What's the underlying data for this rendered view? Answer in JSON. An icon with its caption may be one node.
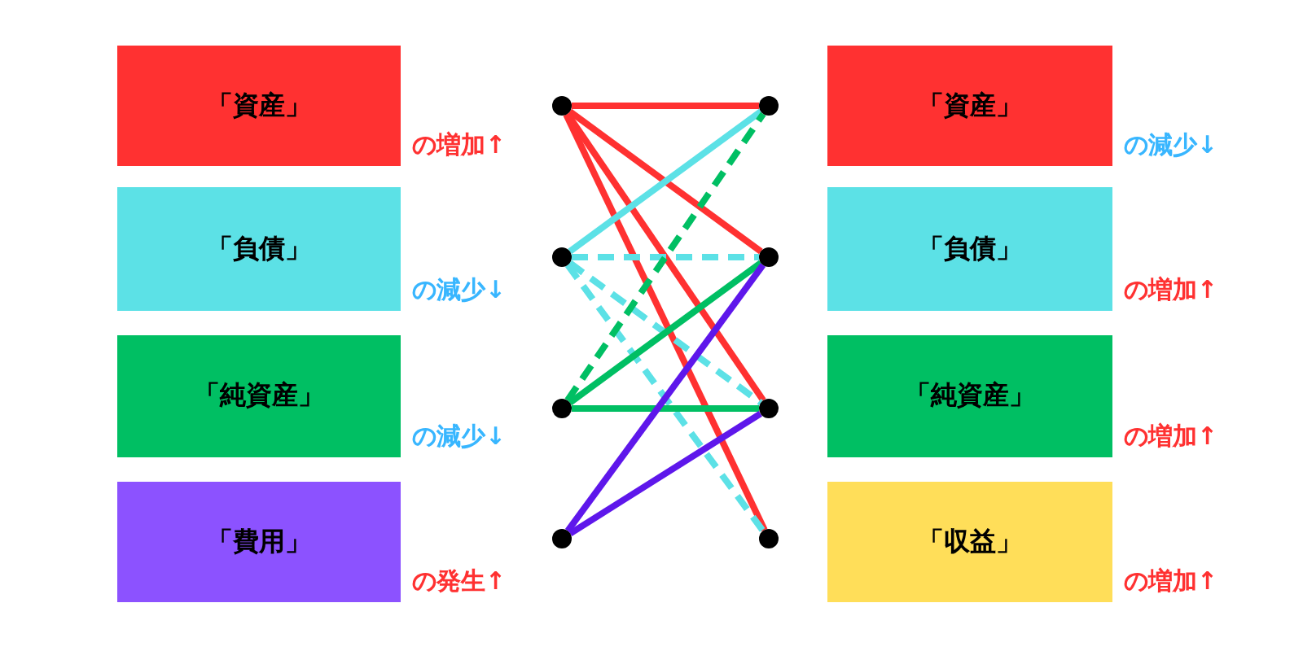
{
  "diagram": {
    "nodes": [
      {
        "text": [
          "「資産」"
        ],
        "beside": [
          "の増加↑"
        ]
      },
      {
        "text": [
          "「負債」"
        ],
        "beside": [
          "の減少↓"
        ]
      },
      {
        "text": [
          "「純資産」"
        ],
        "beside": [
          "の減少↓"
        ]
      },
      {
        "text": [
          "「費用」"
        ],
        "beside": [
          "の発生↑"
        ]
      },
      {
        "text": [
          "「資産」"
        ],
        "beside": [
          "の減少↓"
        ]
      },
      {
        "text": [
          "「負債」"
        ],
        "beside": [
          "の増加↑"
        ]
      },
      {
        "text": [
          "「純資産」"
        ],
        "beside": [
          "の増加↑"
        ]
      },
      {
        "text": [
          "「収益」"
        ],
        "beside": [
          "の増加↑"
        ]
      },
      {
        "text": [],
        "shape": "circle"
      },
      {
        "text": [],
        "shape": "circle"
      },
      {
        "text": [],
        "shape": "circle"
      },
      {
        "text": [],
        "shape": "circle"
      },
      {
        "text": [],
        "shape": "circle"
      },
      {
        "text": [],
        "shape": "circle"
      },
      {
        "text": [],
        "shape": "circle"
      },
      {
        "text": [],
        "shape": "circle"
      }
    ],
    "edges": [
      {
        "from": 8,
        "to": 12,
        "arrow": "none",
        "color": "#ff3131"
      },
      {
        "from": 8,
        "to": 13,
        "arrow": "none",
        "color": "#ff3131"
      },
      {
        "from": 8,
        "to": 14,
        "arrow": "none",
        "color": "#ff3131"
      },
      {
        "from": 8,
        "to": 15,
        "arrow": "none",
        "color": "#ff3131"
      },
      {
        "from": 9,
        "to": 12,
        "arrow": "none",
        "color": "#5ce1e6"
      },
      {
        "from": 9,
        "to": 13,
        "arrow": "none",
        "style": "dashed",
        "color": "#5ce1e6"
      },
      {
        "from": 9,
        "to": 14,
        "arrow": "none",
        "style": "dashed",
        "color": "#5ce1e6"
      },
      {
        "from": 9,
        "to": 15,
        "arrow": "none",
        "style": "dashed",
        "color": "#5ce1e6"
      },
      {
        "from": 10,
        "to": 12,
        "arrow": "none",
        "style": "dashed",
        "color": "#00bf63"
      },
      {
        "from": 10,
        "to": 13,
        "arrow": "none",
        "color": "#00bf63"
      },
      {
        "from": 10,
        "to": 14,
        "arrow": "none",
        "color": "#00bf63"
      },
      {
        "from": 11,
        "to": 13,
        "arrow": "none",
        "color": "#5e17eb"
      },
      {
        "from": 11,
        "to": 14,
        "arrow": "none",
        "color": "#5e17eb"
      }
    ]
  }
}
